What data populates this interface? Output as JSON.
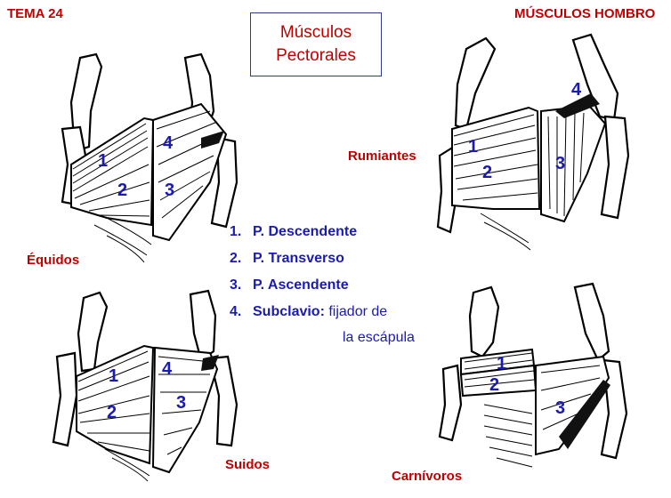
{
  "header": {
    "left_title": "TEMA 24",
    "right_title": "MÚSCULOS HOMBRO"
  },
  "title_box": {
    "line1": "Músculos",
    "line2": "Pectorales"
  },
  "panels": {
    "equidos": {
      "label": "Équidos",
      "numbers": [
        "1",
        "2",
        "3",
        "4"
      ]
    },
    "rumiantes": {
      "label": "Rumiantes",
      "numbers": [
        "1",
        "2",
        "3",
        "4"
      ]
    },
    "suidos": {
      "label": "Suidos",
      "numbers": [
        "1",
        "2",
        "3",
        "4"
      ]
    },
    "carnivoros": {
      "label": "Carnívoros",
      "numbers": [
        "1",
        "2",
        "3"
      ]
    }
  },
  "legend": {
    "items": [
      {
        "num": "1.",
        "text": "P. Descendente",
        "extra": ""
      },
      {
        "num": "2.",
        "text": "P. Transverso",
        "extra": ""
      },
      {
        "num": "3.",
        "text": "P. Ascendente",
        "extra": ""
      },
      {
        "num": "4.",
        "text": "Subclavio:",
        "extra": " fijador de"
      }
    ],
    "continuation": "la escápula"
  },
  "colors": {
    "label_red": "#c00000",
    "legend_blue": "#1a1ab4",
    "box_border": "#2b3a8c"
  }
}
